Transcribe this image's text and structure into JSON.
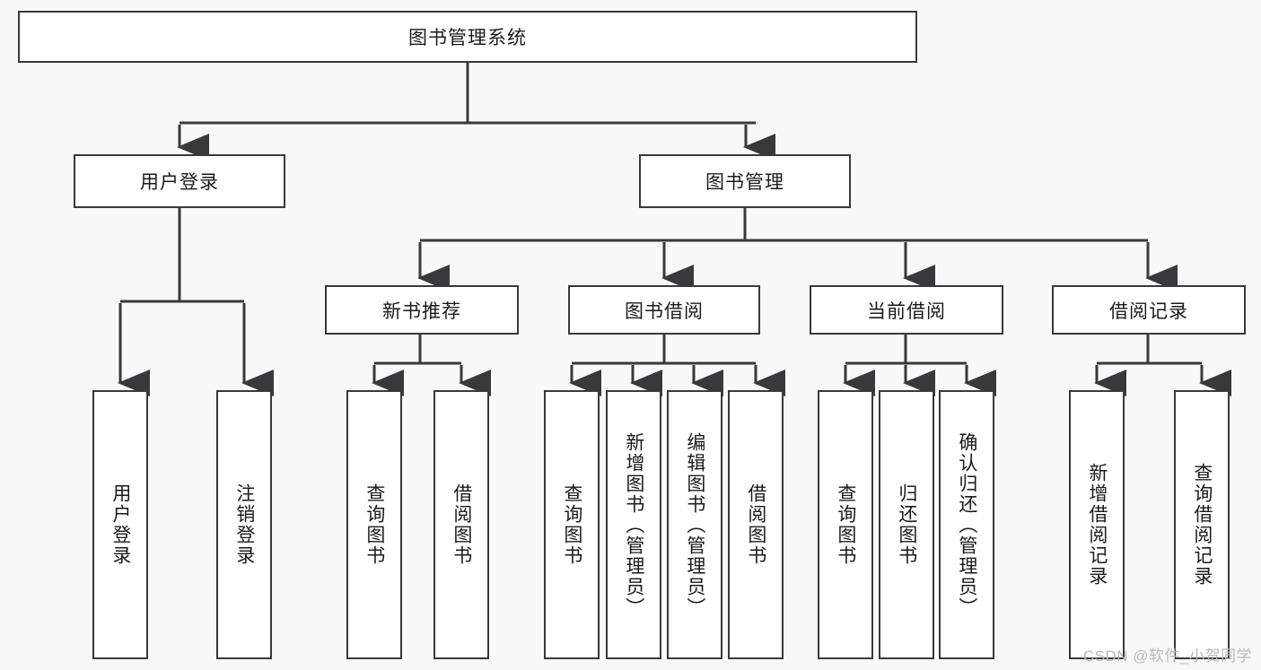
{
  "diagram": {
    "title": "图书管理系统",
    "type": "hierarchy-tree",
    "watermark": "CSDN @软件_小贺同学",
    "colors": {
      "background": "#f8f8f8",
      "box_fill": "#ffffff",
      "line": "#39393b",
      "text": "#1b1b1b",
      "watermark": "#b9b9b9"
    },
    "root": {
      "label": "图书管理系统"
    },
    "level1": [
      {
        "label": "用户登录"
      },
      {
        "label": "图书管理"
      }
    ],
    "level2": [
      {
        "label": "新书推荐"
      },
      {
        "label": "图书借阅"
      },
      {
        "label": "当前借阅"
      },
      {
        "label": "借阅记录"
      }
    ],
    "leaves": {
      "user_login": [
        {
          "label": "用户登录"
        },
        {
          "label": "注销登录"
        }
      ],
      "new_book": [
        {
          "label": "查询图书"
        },
        {
          "label": "借阅图书"
        }
      ],
      "book_borrow": [
        {
          "label": "查询图书"
        },
        {
          "label": "新增图书（管理员）"
        },
        {
          "label": "编辑图书（管理员）"
        },
        {
          "label": "借阅图书"
        }
      ],
      "current_borrow": [
        {
          "label": "查询图书"
        },
        {
          "label": "归还图书"
        },
        {
          "label": "确认归还（管理员）"
        }
      ],
      "borrow_record": [
        {
          "label": "新增借阅记录"
        },
        {
          "label": "查询借阅记录"
        }
      ]
    }
  }
}
